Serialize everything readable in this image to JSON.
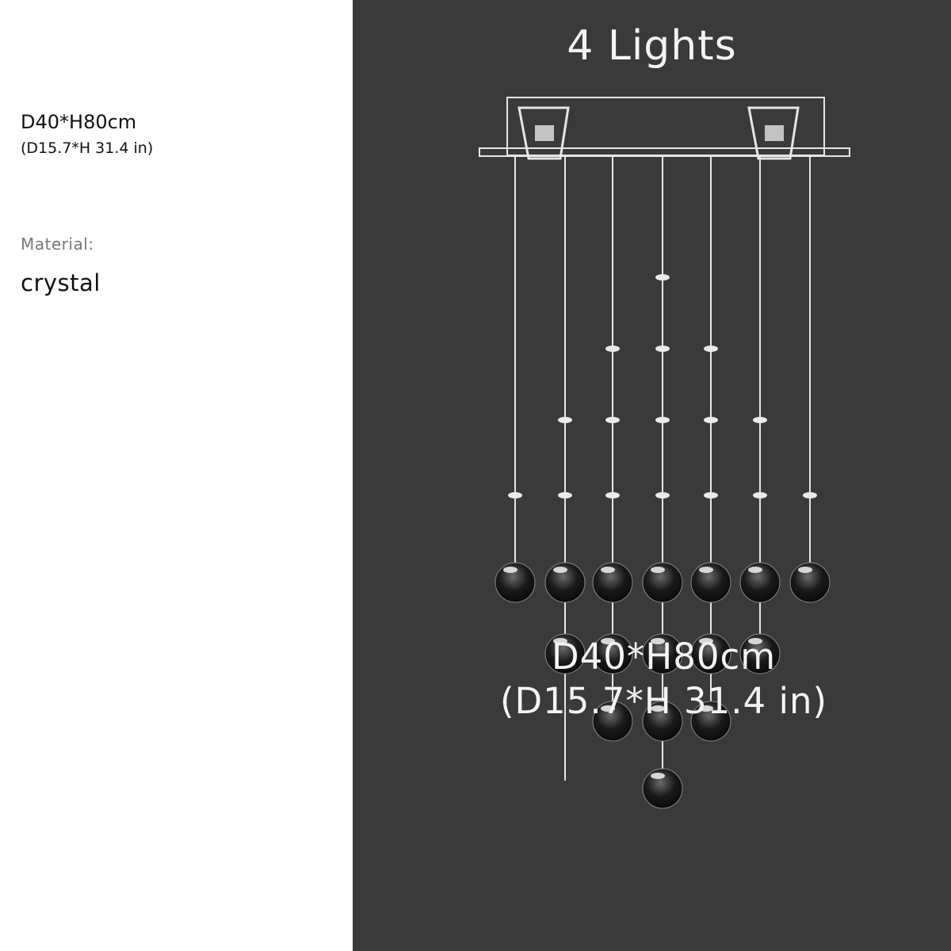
{
  "left": {
    "size_cm": "D40*H80cm",
    "size_in": "(D15.7*H 31.4 in)",
    "material_label": "Material:",
    "material_value": "crystal"
  },
  "right": {
    "title": "4 Lights",
    "size_cm": "D40*H80cm",
    "size_in": "(D15.7*H 31.4 in)"
  },
  "colors": {
    "background_dark": "#3a3a3a",
    "background_light": "#ffffff",
    "line": "#e6e6e6"
  }
}
